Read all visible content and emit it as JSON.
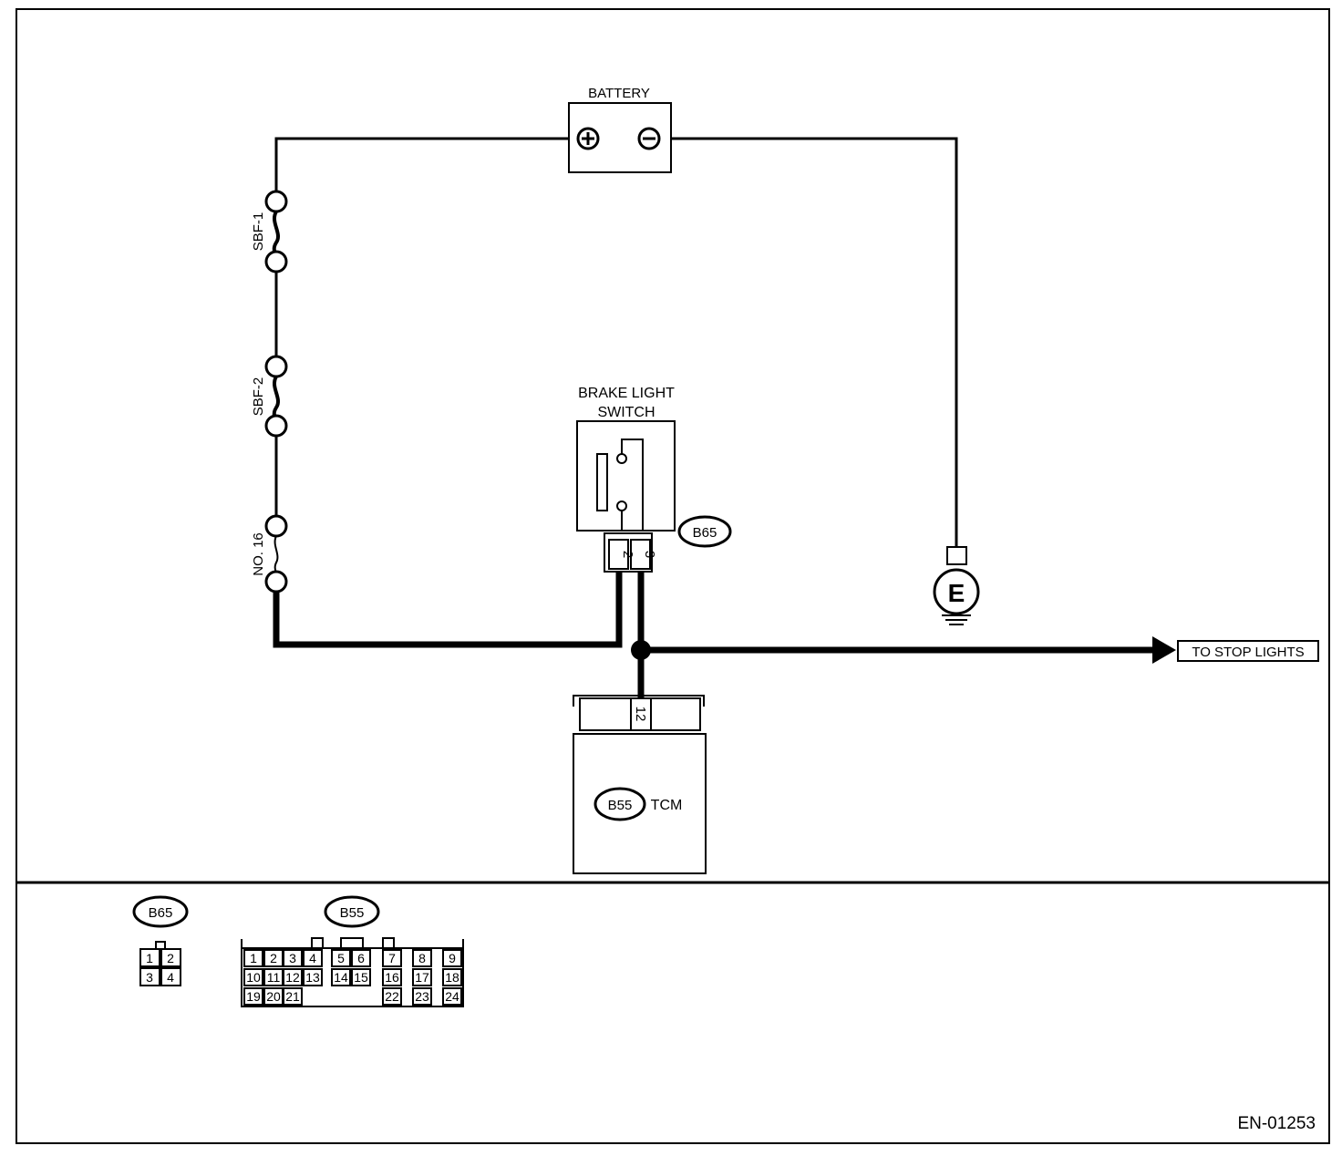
{
  "battery": {
    "label": "BATTERY",
    "plus": "+",
    "minus": "−"
  },
  "fuses": [
    {
      "label": "SBF-1"
    },
    {
      "label": "SBF-2"
    },
    {
      "label": "NO. 16"
    }
  ],
  "switch": {
    "label_line1": "BRAKE LIGHT",
    "label_line2": "SWITCH",
    "connector": "B65",
    "pins": [
      "2",
      "3"
    ]
  },
  "ground": {
    "label": "E"
  },
  "output": {
    "label": "TO STOP LIGHTS"
  },
  "tcm": {
    "connector": "B55",
    "label": "TCM",
    "pin": "12"
  },
  "connectors": {
    "b65": {
      "label": "B65",
      "pins": [
        "1",
        "2",
        "3",
        "4"
      ]
    },
    "b55": {
      "label": "B55",
      "row1": [
        "1",
        "2",
        "3",
        "4",
        "5",
        "6",
        "7",
        "8",
        "9"
      ],
      "row2": [
        "10",
        "11",
        "12",
        "13",
        "14",
        "15",
        "16",
        "17",
        "18"
      ],
      "row3": [
        "19",
        "20",
        "21",
        "22",
        "23",
        "24"
      ]
    }
  },
  "figure_id": "EN-01253"
}
